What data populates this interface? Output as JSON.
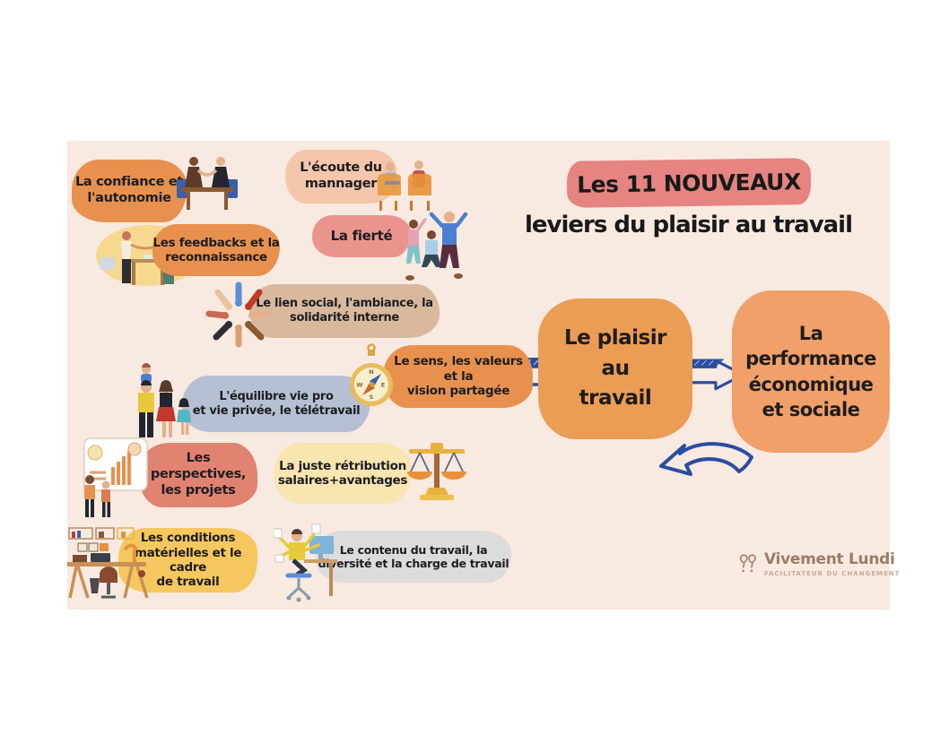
{
  "board": {
    "bg": "#f8e9e1"
  },
  "title": {
    "line1": "Les 11 NOUVEAUX",
    "line2": "leviers du plaisir au travail",
    "highlight_color": "#e58480"
  },
  "levers": [
    {
      "label": "La confiance et\nl'autonomie",
      "color": "#e8914f",
      "icon": "handshake-meeting-illustration"
    },
    {
      "label": "L'écoute du\nmannager",
      "color": "#f4c6ab",
      "icon": "manager-listening-illustration"
    },
    {
      "label": "Les feedbacks et la\nreconnaissance",
      "color": "#e8914f",
      "icon": "feedback-meeting-illustration"
    },
    {
      "label": "La fierté",
      "color": "#e9958d",
      "icon": "team-celebration-illustration"
    },
    {
      "label": "Le lien social, l'ambiance, la\nsolidarité interne",
      "color": "#d9b99e",
      "icon": "hands-circle-illustration"
    },
    {
      "label": "Le sens, les valeurs\net la\nvision partagée",
      "color": "#e8914f",
      "icon": "compass-icon"
    },
    {
      "label": "L'équilibre vie pro\net vie privée, le télétravail",
      "color": "#b7c0d2",
      "icon": "family-illustration"
    },
    {
      "label": "Les perspectives,\nles projets",
      "color": "#e08370",
      "icon": "presentation-board-illustration"
    },
    {
      "label": "La juste rétribution\nsalaires+avantages",
      "color": "#f8e5b0",
      "icon": "balance-scale-icon"
    },
    {
      "label": "Les conditions\nmatérielles et le cadre\nde travail",
      "color": "#f6c75f",
      "icon": "desk-workspace-illustration"
    },
    {
      "label": "Le contenu du travail, la\ndiversité et la charge de travail",
      "color": "#dcdcdb",
      "icon": "multitasking-illustration"
    }
  ],
  "flow": {
    "plaisir": {
      "label": "Le plaisir\nau\ntravail",
      "color": "#eb9c55"
    },
    "performance": {
      "label": "La\nperformance\néconomique\net sociale",
      "color": "#f0a068"
    },
    "arrow_color": "#2a4da0",
    "arrows": [
      "arrow-right-1",
      "arrow-right-2",
      "curved-return-arrow"
    ]
  },
  "compass": {
    "n": "N",
    "e": "E",
    "s": "S",
    "w": "W"
  },
  "logo": {
    "name": "Vivement Lundi",
    "tagline": "FACILITATEUR DU CHANGEMENT",
    "color": "#a98a71",
    "icon": "vivement-lundi-logo-icon"
  }
}
